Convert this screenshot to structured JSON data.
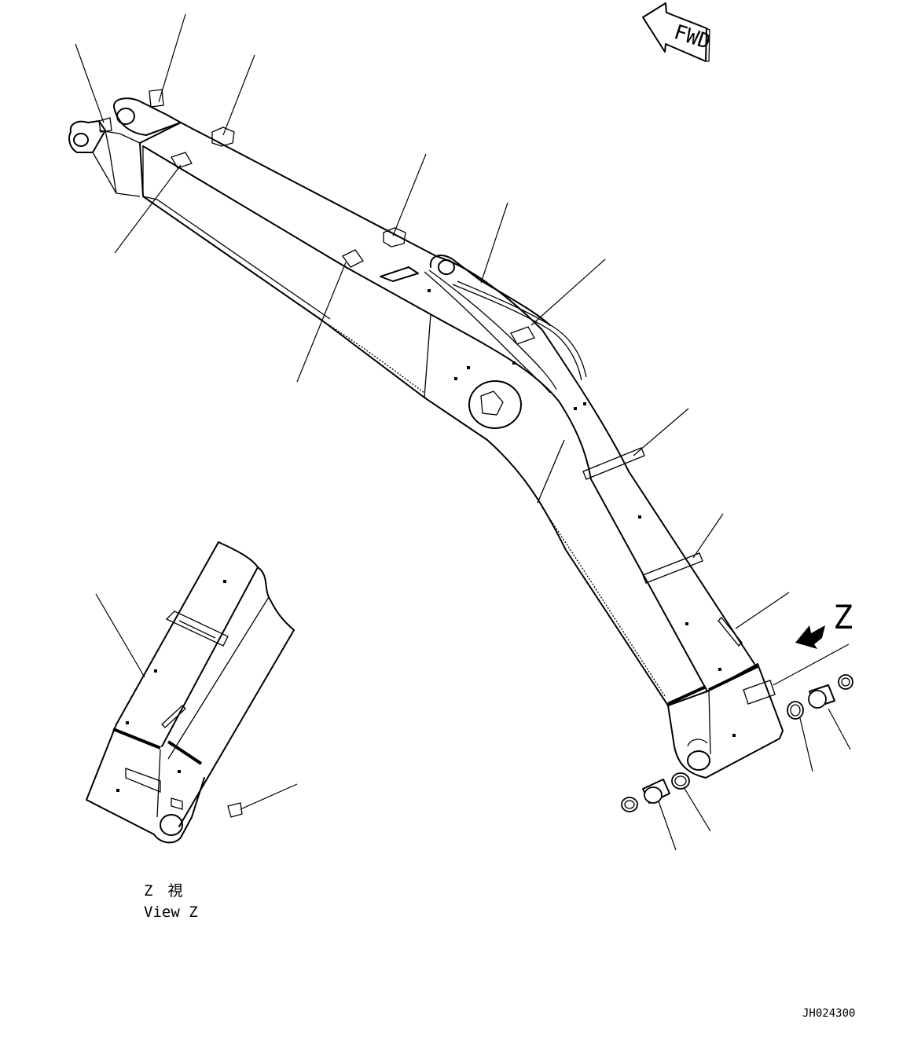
{
  "fwd_label": "FWD",
  "z_label": "Z",
  "view_label_jp": "Z　視",
  "view_label_en": "View Z",
  "drawing_id": "JH024300"
}
